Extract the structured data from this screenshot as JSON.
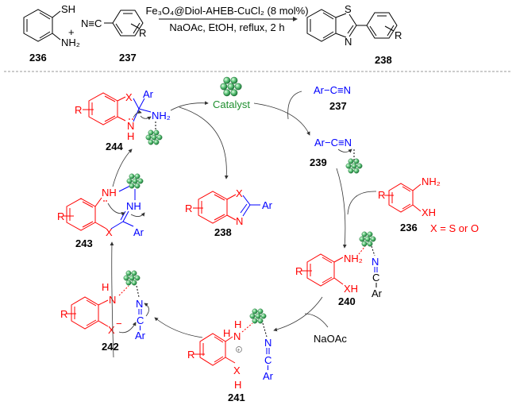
{
  "scheme": {
    "reaction": {
      "reactant1": {
        "id": "236",
        "substituent_top": "SH",
        "substituent_bottom": "NH₂"
      },
      "plus": "+",
      "reactant2": {
        "id": "237",
        "group": "N≡C",
        "r_group": "R"
      },
      "conditions_top": "Fe₃O₄@Diol-AHEB-CuCl₂ (8 mol%)",
      "conditions_bottom": "NaOAc, EtOH, reflux, 2 h",
      "product": {
        "id": "238",
        "s": "S",
        "n": "N",
        "r_group": "R"
      }
    },
    "cycle": {
      "catalyst_label": "Catalyst",
      "nitrile": {
        "id": "237",
        "text": "Ar−C≡N"
      },
      "activated_nitrile": {
        "id": "239",
        "text": "Ar−C≡N"
      },
      "aminothiophenol": {
        "id": "236",
        "nh2": "NH₂",
        "xh": "XH",
        "r": "R",
        "note": "X = S or O"
      },
      "intermediate_240": {
        "id": "240",
        "nh2": "NH₂",
        "xh": "XH",
        "r": "R",
        "n": "N",
        "c": "C",
        "ar": "Ar"
      },
      "base": "NaOAc",
      "intermediate_241": {
        "id": "241",
        "h1": "H",
        "h2": "H",
        "n": "N",
        "charge": "+",
        "x": "X",
        "xh": "H",
        "r": "R",
        "nn": "N",
        "c": "C",
        "ar": "Ar"
      },
      "intermediate_242": {
        "id": "242",
        "h": "H",
        "n": "N",
        "x": "X",
        "charge": "−",
        "r": "R",
        "nn": "N",
        "c": "C",
        "ar": "Ar"
      },
      "intermediate_243": {
        "id": "243",
        "nh": "NH",
        "nh2": "NH",
        "x": "X",
        "ar": "Ar",
        "r": "R"
      },
      "intermediate_244": {
        "id": "244",
        "x": "X",
        "ar": "Ar",
        "nh2": "NH₂",
        "n": "N",
        "h": "H",
        "r": "R"
      },
      "product_238": {
        "id": "238",
        "x": "X",
        "n": "N",
        "ar": "Ar",
        "r": "R"
      }
    },
    "colors": {
      "substrate": "#ff0000",
      "nitrile": "#0000ff",
      "catalyst": "#1f8f2f",
      "label": "#000000"
    }
  }
}
